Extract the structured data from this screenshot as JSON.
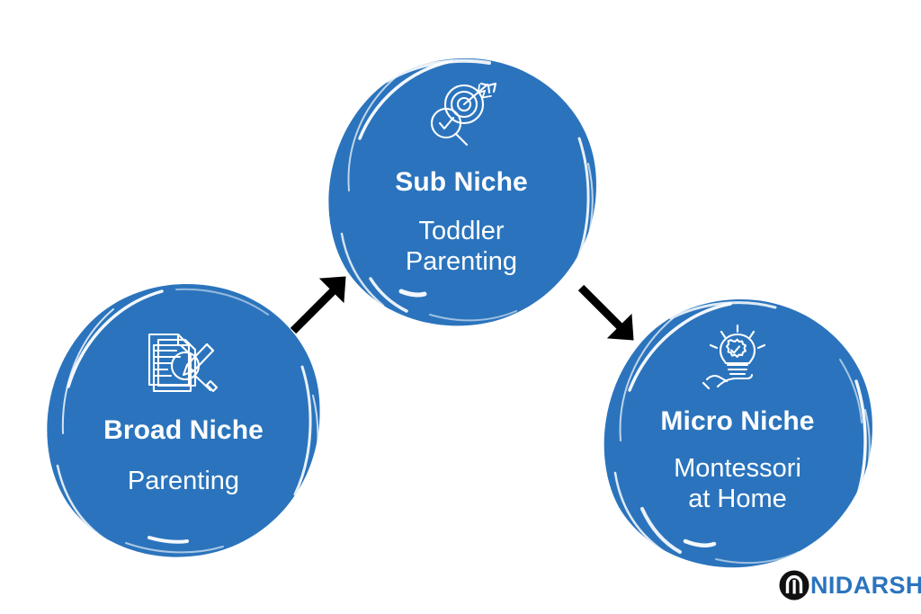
{
  "page": {
    "title": "Niche Breakdown Diagram",
    "background_color": "#ffffff",
    "brand_blue": "#2b74bd",
    "text_color": "#ffffff",
    "arrow_color": "#000000"
  },
  "nodes": [
    {
      "id": "broad-niche",
      "icon_name": "documents-magnifier-pencil-icon",
      "title": "Broad Niche",
      "subtitle": "Parenting",
      "color": "#2b74bd"
    },
    {
      "id": "sub-niche",
      "icon_name": "target-arrow-magnifier-check-icon",
      "title": "Sub Niche",
      "subtitle": "Toddler\nParenting",
      "subtitle_line1": "Toddler",
      "subtitle_line2": "Parenting",
      "color": "#2b74bd"
    },
    {
      "id": "micro-niche",
      "icon_name": "hand-holding-lightbulb-icon",
      "title": "Micro Niche",
      "subtitle": "Montessori\nat Home",
      "subtitle_line1": "Montessori",
      "subtitle_line2": "at Home",
      "color": "#2b74bd"
    }
  ],
  "arrows": [
    {
      "id": "broad-to-sub",
      "name": "arrow-up-right",
      "from": "broad-niche",
      "to": "sub-niche"
    },
    {
      "id": "sub-to-micro",
      "name": "arrow-down-right",
      "from": "sub-niche",
      "to": "micro-niche"
    }
  ],
  "logo": {
    "mark_name": "nidarsh-circle-mark",
    "text": "NIDARSH",
    "mark_color": "#111111",
    "text_color": "#2b74bd"
  }
}
